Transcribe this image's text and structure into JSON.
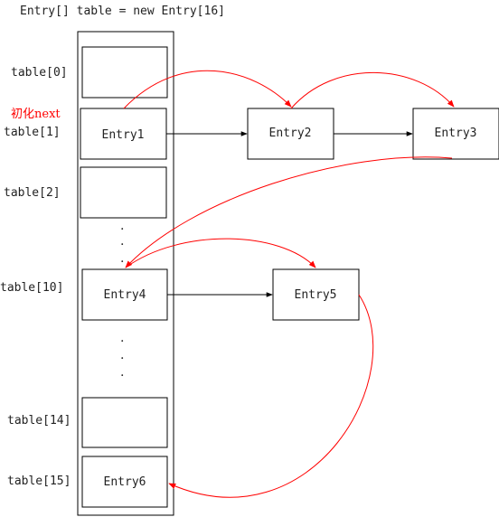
{
  "header": {
    "code": "Entry[] table = new Entry[16]"
  },
  "table_labels": {
    "t0": "table[0]",
    "t1": "table[1]",
    "t2": "table[2]",
    "t10": "table[10]",
    "t14": "table[14]",
    "t15": "table[15]"
  },
  "annotation": {
    "label": "初化next"
  },
  "entries": {
    "e1": "Entry1",
    "e2": "Entry2",
    "e3": "Entry3",
    "e4": "Entry4",
    "e5": "Entry5",
    "e6": "Entry6"
  },
  "ellipsis": {
    "dot": "."
  },
  "colors": {
    "pointer_arrow": "#000000",
    "next_arrow": "#ff0000",
    "annotation": "#ff0000"
  }
}
